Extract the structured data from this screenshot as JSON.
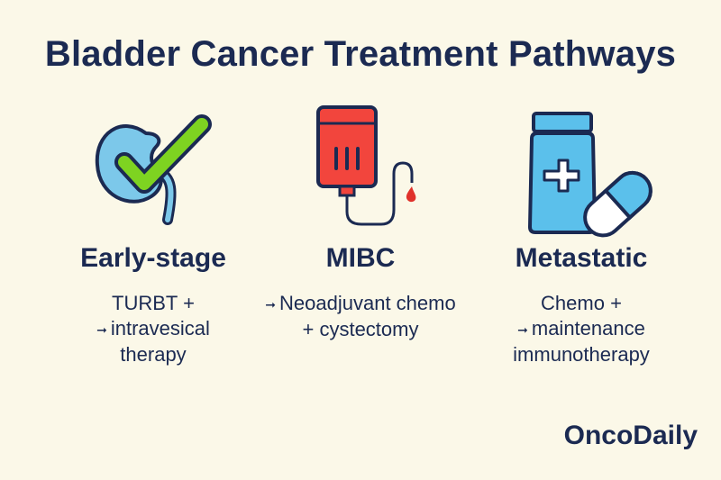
{
  "title": "Bladder Cancer Treatment Pathways",
  "columns": [
    {
      "icon": "kidney-check-icon",
      "heading": "Early-stage",
      "lines": [
        "TURBT +",
        "intravesical",
        "therapy"
      ]
    },
    {
      "icon": "iv-bag-icon",
      "heading": "MIBC",
      "lines": [
        "Neoadjuvant chemo",
        "+ cystectomy"
      ]
    },
    {
      "icon": "pill-bottle-capsule-icon",
      "heading": "Metastatic",
      "lines": [
        "Chemo +",
        "maintenance",
        "immunotherapy"
      ]
    }
  ],
  "arrow_glyph": "➞",
  "brand": "OncoDaily",
  "colors": {
    "background": "#fbf8e8",
    "navy": "#1b2a52",
    "kidney_blue": "#7cc8ea",
    "check_green": "#7ed321",
    "iv_red": "#f2453d",
    "bottle_blue": "#5bc0eb"
  }
}
